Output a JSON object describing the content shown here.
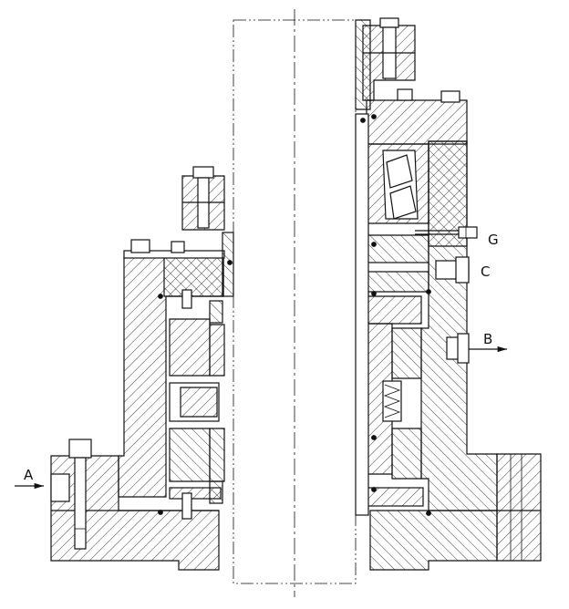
{
  "labels": {
    "A": "A",
    "B": "B",
    "C": "C",
    "G": "G"
  },
  "colors": {
    "line": "#111111",
    "background": "#ffffff"
  }
}
